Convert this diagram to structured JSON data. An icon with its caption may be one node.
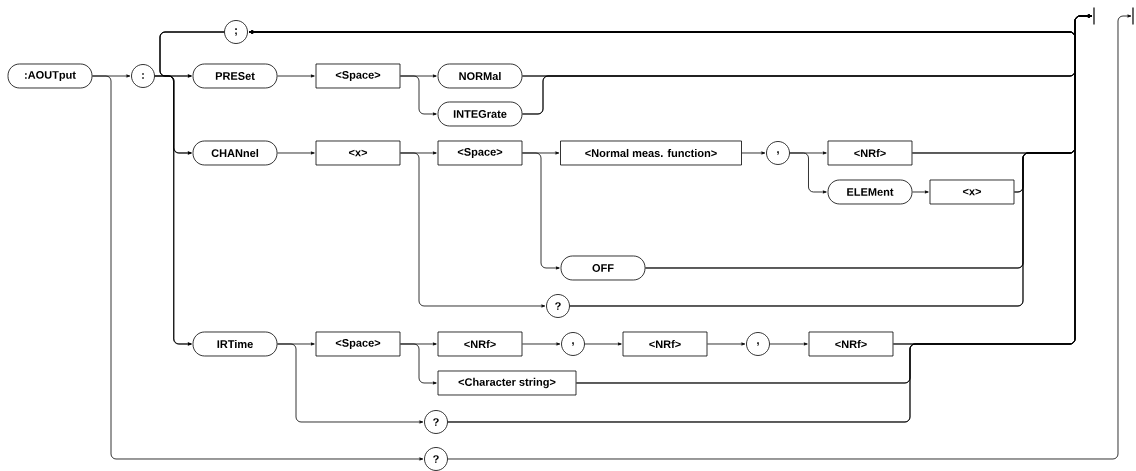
{
  "diagram": {
    "nodes": [
      {
        "text": [
          ":AOUTput"
        ]
      },
      {
        "text": [
          ":"
        ]
      },
      {
        "text": [
          ";"
        ]
      },
      {
        "text": [
          "PRESet"
        ]
      },
      {
        "text": [
          "<Space>"
        ]
      },
      {
        "text": [
          "NORMal"
        ]
      },
      {
        "text": [
          "INTEGrate"
        ]
      },
      {
        "text": [
          "CHANnel"
        ]
      },
      {
        "text": [
          "<x>"
        ]
      },
      {
        "text": [
          "<Space>"
        ]
      },
      {
        "text": [
          "<Normal meas. function>"
        ]
      },
      {
        "text": [
          ","
        ]
      },
      {
        "text": [
          "<NRf>"
        ]
      },
      {
        "text": [
          "ELEMent"
        ]
      },
      {
        "text": [
          "<x>"
        ]
      },
      {
        "text": [
          "OFF"
        ]
      },
      {
        "text": [
          "?"
        ]
      },
      {
        "text": [
          "IRTime"
        ]
      },
      {
        "text": [
          "<Space>"
        ]
      },
      {
        "text": [
          "<NRf>"
        ]
      },
      {
        "text": [
          ","
        ]
      },
      {
        "text": [
          "<NRf>"
        ]
      },
      {
        "text": [
          ","
        ]
      },
      {
        "text": [
          "<NRf>"
        ]
      },
      {
        "text": [
          "<Character string>"
        ]
      },
      {
        "text": [
          "?"
        ]
      },
      {
        "text": [
          "?"
        ]
      },
      {
        "text": [],
        "shape": "bar"
      },
      {
        "text": [],
        "shape": "bar"
      }
    ],
    "edges": [
      {
        "from": 0,
        "to": 1,
        "arrow": "to"
      },
      {
        "from": 0,
        "to": 26,
        "arrow": "to"
      },
      {
        "from": 1,
        "to": 3,
        "arrow": "to"
      },
      {
        "from": 1,
        "to": 7,
        "arrow": "to"
      },
      {
        "from": 1,
        "to": 17,
        "arrow": "to"
      },
      {
        "from": 2,
        "to": 3,
        "arrow": "to"
      },
      {
        "from": 2,
        "to": 7,
        "arrow": "to"
      },
      {
        "from": 2,
        "to": 17,
        "arrow": "to"
      },
      {
        "from": 3,
        "to": 4,
        "arrow": "to"
      },
      {
        "from": 4,
        "to": 5,
        "arrow": "to"
      },
      {
        "from": 4,
        "to": 6,
        "arrow": "to"
      },
      {
        "from": 5,
        "to": 27,
        "arrow": "to"
      },
      {
        "from": 5,
        "to": 2,
        "arrow": "to"
      },
      {
        "from": 6,
        "to": 27,
        "arrow": "to"
      },
      {
        "from": 6,
        "to": 2,
        "arrow": "to"
      },
      {
        "from": 7,
        "to": 8,
        "arrow": "to"
      },
      {
        "from": 8,
        "to": 9,
        "arrow": "to"
      },
      {
        "from": 8,
        "to": 16,
        "arrow": "to"
      },
      {
        "from": 9,
        "to": 10,
        "arrow": "to"
      },
      {
        "from": 9,
        "to": 15,
        "arrow": "to"
      },
      {
        "from": 10,
        "to": 11,
        "arrow": "to"
      },
      {
        "from": 11,
        "to": 12,
        "arrow": "to"
      },
      {
        "from": 11,
        "to": 13,
        "arrow": "to"
      },
      {
        "from": 13,
        "to": 14,
        "arrow": "to"
      },
      {
        "from": 12,
        "to": 27,
        "arrow": "to"
      },
      {
        "from": 12,
        "to": 2,
        "arrow": "to"
      },
      {
        "from": 14,
        "to": 27,
        "arrow": "to"
      },
      {
        "from": 14,
        "to": 2,
        "arrow": "to"
      },
      {
        "from": 15,
        "to": 27,
        "arrow": "to"
      },
      {
        "from": 15,
        "to": 2,
        "arrow": "to"
      },
      {
        "from": 16,
        "to": 27,
        "arrow": "to"
      },
      {
        "from": 16,
        "to": 2,
        "arrow": "to"
      },
      {
        "from": 17,
        "to": 18,
        "arrow": "to"
      },
      {
        "from": 17,
        "to": 25,
        "arrow": "to"
      },
      {
        "from": 18,
        "to": 19,
        "arrow": "to"
      },
      {
        "from": 18,
        "to": 24,
        "arrow": "to"
      },
      {
        "from": 19,
        "to": 20,
        "arrow": "to"
      },
      {
        "from": 20,
        "to": 21,
        "arrow": "to"
      },
      {
        "from": 21,
        "to": 22,
        "arrow": "to"
      },
      {
        "from": 22,
        "to": 23,
        "arrow": "to"
      },
      {
        "from": 23,
        "to": 27,
        "arrow": "to"
      },
      {
        "from": 23,
        "to": 2,
        "arrow": "to"
      },
      {
        "from": 24,
        "to": 27,
        "arrow": "to"
      },
      {
        "from": 24,
        "to": 2,
        "arrow": "to"
      },
      {
        "from": 25,
        "to": 27,
        "arrow": "to"
      },
      {
        "from": 25,
        "to": 2,
        "arrow": "to"
      },
      {
        "from": 26,
        "to": 28,
        "arrow": "to"
      }
    ]
  }
}
